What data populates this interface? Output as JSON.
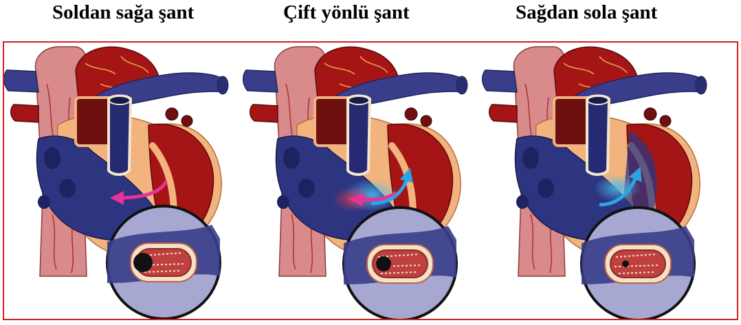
{
  "titles": [
    "Soldan sağa şant",
    "Çift yönlü şant",
    "Sağdan sola şant"
  ],
  "colors": {
    "frame_border": "#d42020",
    "left_to_right_arrow": "#e8329a",
    "right_to_left_arrow": "#2aa6e6",
    "aorta": "#d98a8a",
    "vein": "#3a3d8a",
    "myocardium": "#a51515",
    "deoxygenated_chamber": "#2e3580",
    "pericardium": "#f2b37e"
  },
  "panels": [
    {
      "shunt": "left-to-right",
      "arrows": [
        "magenta"
      ]
    },
    {
      "shunt": "bidirectional",
      "arrows": [
        "magenta",
        "blue"
      ]
    },
    {
      "shunt": "right-to-left",
      "arrows": [
        "blue"
      ]
    }
  ]
}
